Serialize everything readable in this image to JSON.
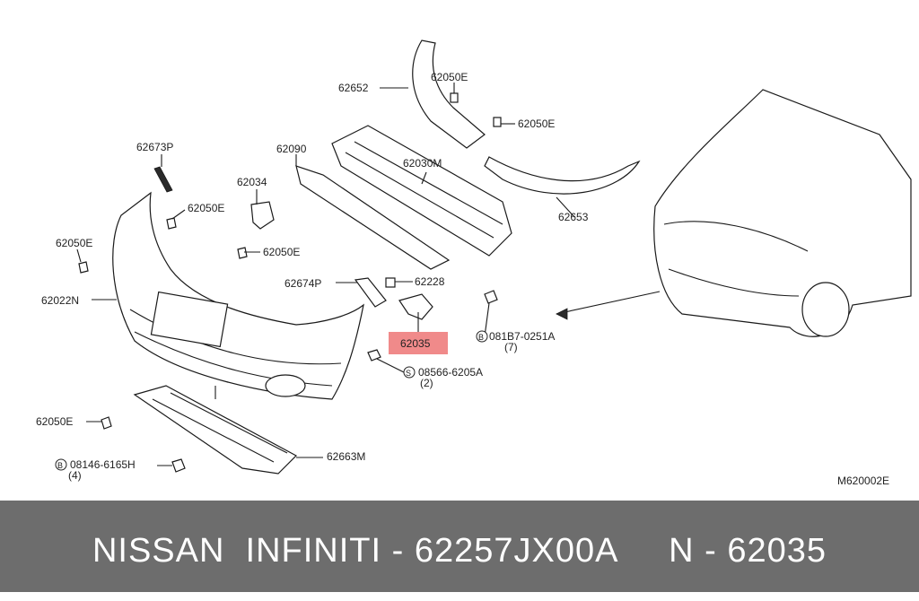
{
  "colors": {
    "footer_bg": "#6d6d6d",
    "footer_text": "#ffffff",
    "highlight": "#f08a8a"
  },
  "diagram_code": "M620002E",
  "footer_label": "NISSAN  INFINITI - 62257JX00A     N - 62035",
  "callouts": {
    "c62652": "62652",
    "c62050E_top": "62050E",
    "c62050E_right": "62050E",
    "c62673P": "62673P",
    "c62090": "62090",
    "c62030M": "62030M",
    "c62034": "62034",
    "c62050E_a": "62050E",
    "c62653": "62653",
    "c62050E_b": "62050E",
    "c62050E_c": "62050E",
    "c62674P": "62674P",
    "c62228": "62228",
    "c62022N": "62022N",
    "c62035": "62035",
    "c08187_code": "081B7-0251A",
    "c08187_qty": "(7)",
    "c08566_code": "08566-6205A",
    "c08566_qty": "(2)",
    "c62050E_d": "62050E",
    "c62663M": "62663M",
    "c08146_code": "08146-6165H",
    "c08146_qty": "(4)"
  },
  "symbols": {
    "bolt_b": "B",
    "screw_s": "S"
  }
}
